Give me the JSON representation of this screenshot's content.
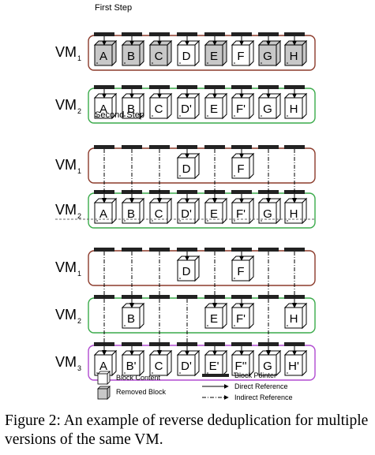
{
  "diagram": {
    "steps": [
      {
        "title": "First Step",
        "rows": [
          {
            "vm": "VM",
            "sub": "1",
            "border": "#8b3a2a",
            "arrow": "direct",
            "blocks": [
              {
                "label": "A",
                "removed": true
              },
              {
                "label": "B",
                "removed": true
              },
              {
                "label": "C",
                "removed": true
              },
              {
                "label": "D",
                "removed": false
              },
              {
                "label": "E",
                "removed": true
              },
              {
                "label": "F",
                "removed": false
              },
              {
                "label": "G",
                "removed": true
              },
              {
                "label": "H",
                "removed": true
              }
            ]
          },
          {
            "vm": "VM",
            "sub": "2",
            "border": "#3aaa4a",
            "arrow": "direct",
            "blocks": [
              {
                "label": "A",
                "removed": false
              },
              {
                "label": "B",
                "removed": false
              },
              {
                "label": "C",
                "removed": false
              },
              {
                "label": "D'",
                "removed": false
              },
              {
                "label": "E",
                "removed": false
              },
              {
                "label": "F'",
                "removed": false
              },
              {
                "label": "G",
                "removed": false
              },
              {
                "label": "H",
                "removed": false
              }
            ]
          }
        ]
      },
      {
        "title": "Second Step",
        "rows": [
          {
            "vm": "VM",
            "sub": "1",
            "border": "#8b3a2a",
            "arrow": "indirect",
            "blocks": [
              null,
              null,
              null,
              {
                "label": "D",
                "removed": false
              },
              null,
              {
                "label": "F",
                "removed": false
              },
              null,
              null
            ]
          },
          {
            "vm": "VM",
            "sub": "2",
            "border": "#3aaa4a",
            "arrow": "direct",
            "blocks": [
              {
                "label": "A",
                "removed": false
              },
              {
                "label": "B",
                "removed": false
              },
              {
                "label": "C",
                "removed": false
              },
              {
                "label": "D'",
                "removed": false
              },
              {
                "label": "E",
                "removed": false
              },
              {
                "label": "F'",
                "removed": false
              },
              {
                "label": "G",
                "removed": false
              },
              {
                "label": "H",
                "removed": false
              }
            ]
          }
        ]
      },
      {
        "title": "",
        "rows": [
          {
            "vm": "VM",
            "sub": "1",
            "border": "#8b3a2a",
            "arrow": "indirect",
            "blocks": [
              null,
              null,
              null,
              {
                "label": "D",
                "removed": false
              },
              null,
              {
                "label": "F",
                "removed": false
              },
              null,
              null
            ]
          },
          {
            "vm": "VM",
            "sub": "2",
            "border": "#3aaa4a",
            "arrow": "mixed",
            "blocks": [
              null,
              {
                "label": "B",
                "removed": false
              },
              null,
              null,
              {
                "label": "E",
                "removed": false
              },
              {
                "label": "F'",
                "removed": false
              },
              null,
              {
                "label": "H",
                "removed": false
              }
            ]
          },
          {
            "vm": "VM",
            "sub": "3",
            "border": "#b04ad0",
            "arrow": "direct",
            "blocks": [
              {
                "label": "A",
                "removed": false
              },
              {
                "label": "B'",
                "removed": false
              },
              {
                "label": "C",
                "removed": false
              },
              {
                "label": "D'",
                "removed": false
              },
              {
                "label": "E'",
                "removed": false
              },
              {
                "label": "F''",
                "removed": false
              },
              {
                "label": "G",
                "removed": false
              },
              {
                "label": "H'",
                "removed": false
              }
            ]
          }
        ]
      }
    ],
    "legend": {
      "block_content": "Block Content",
      "removed_block": "Removed Block",
      "block_pointer": "Block Pointer",
      "direct_reference": "Direct Reference",
      "indirect_reference": "Indirect Reference"
    }
  },
  "caption": "Figure 2: An example of reverse deduplication for multiple versions of the same VM.",
  "colors": {
    "removed_fill": "#c8c8c8",
    "block_fill": "#ffffff",
    "pointer": "#222222"
  }
}
